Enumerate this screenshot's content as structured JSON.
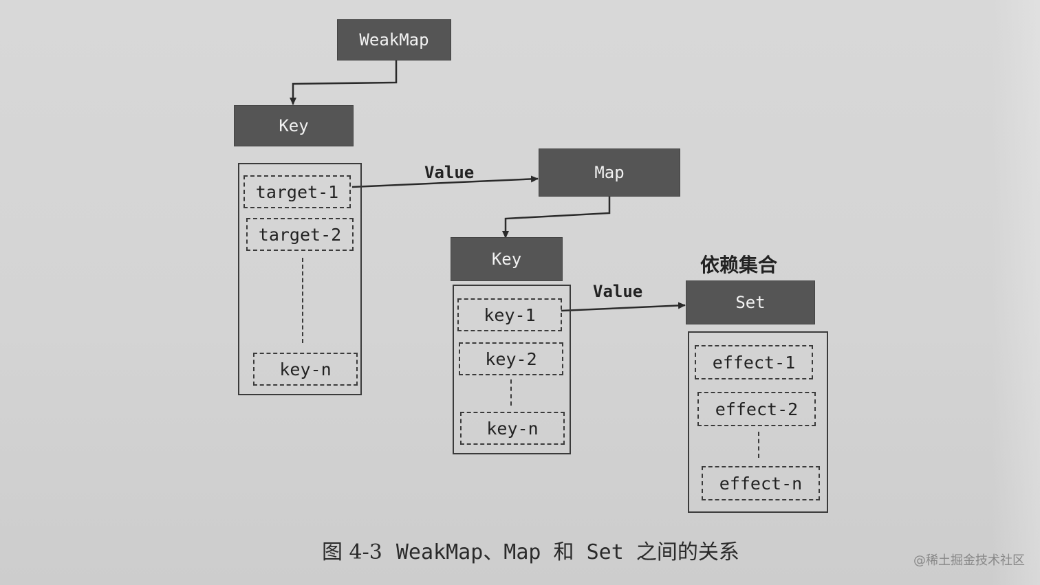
{
  "diagram": {
    "weakmap_box": {
      "label": "WeakMap"
    },
    "outer_key_box": {
      "label": "Key"
    },
    "outer_container": {
      "items": [
        "target-1",
        "target-2",
        "key-n"
      ]
    },
    "outer_value_label": "Value",
    "map_box": {
      "label": "Map"
    },
    "inner_key_box": {
      "label": "Key"
    },
    "inner_container": {
      "items": [
        "key-1",
        "key-2",
        "key-n"
      ]
    },
    "inner_value_label": "Value",
    "dependency_set_title": "依赖集合",
    "set_box": {
      "label": "Set"
    },
    "set_container": {
      "items": [
        "effect-1",
        "effect-2",
        "effect-n"
      ]
    }
  },
  "caption": {
    "figure_number": "图 4-3",
    "title": "WeakMap、Map 和 Set 之间的关系"
  },
  "watermark": "@稀土掘金技术社区",
  "colors": {
    "background": "#d6d6d6",
    "dark_box": "#555555",
    "line": "#3a3a3a"
  }
}
